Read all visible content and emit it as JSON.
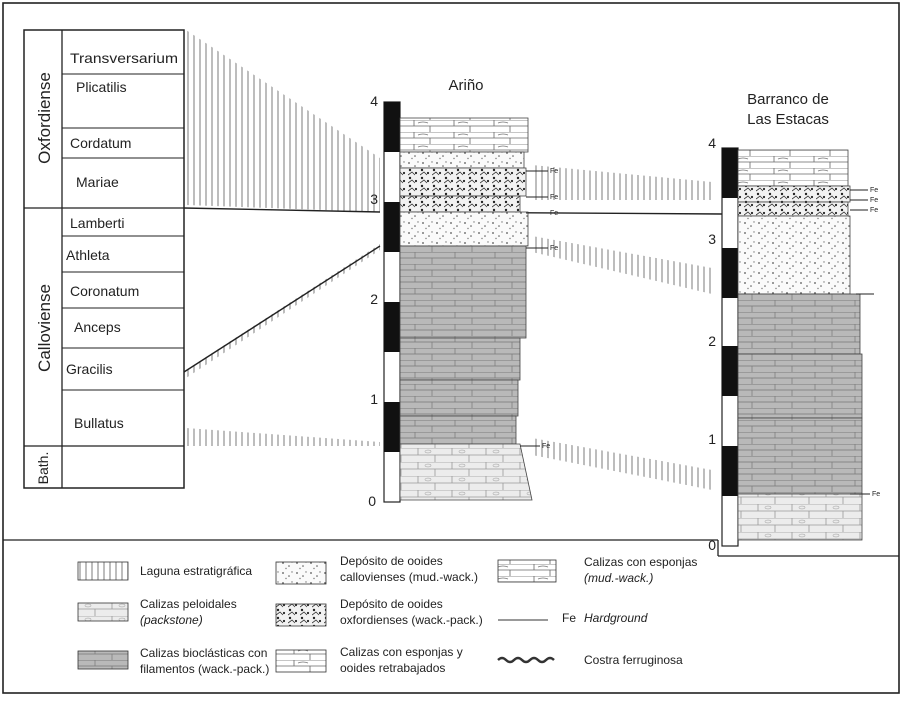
{
  "chronostratigraphy": {
    "stages": [
      {
        "name": "Oxfordiense",
        "zones": [
          "Transversarium",
          "Plicatilis",
          "Cordatum",
          "Mariae"
        ]
      },
      {
        "name": "Calloviense",
        "zones": [
          "Lamberti",
          "Athleta",
          "Coronatum",
          "Anceps",
          "Gracilis",
          "Bullatus"
        ]
      },
      {
        "name": "Bath.",
        "zones": [
          ""
        ]
      }
    ]
  },
  "columns": {
    "arino": {
      "title": "Ariño",
      "scale_ticks": [
        "0",
        "1",
        "2",
        "3",
        "4"
      ]
    },
    "barranco": {
      "title_line1": "Barranco de",
      "title_line2": "Las Estacas",
      "scale_ticks": [
        "0",
        "1",
        "2",
        "3",
        "4"
      ]
    }
  },
  "hardground_label": "Fe",
  "legend": [
    {
      "key": "laguna",
      "text": "Laguna estratigráfica",
      "text2": ""
    },
    {
      "key": "peloidales",
      "text": "Calizas peloidales",
      "text2": "(packstone)"
    },
    {
      "key": "bioclasticas",
      "text": "Calizas bioclásticas con",
      "text2": "filamentos (wack.-pack.)"
    },
    {
      "key": "ooides_callovienses",
      "text": "Depósito de ooides",
      "text2": "callovienses (mud.-wack.)"
    },
    {
      "key": "ooides_oxfordienses",
      "text": "Depósito de ooides",
      "text2": "oxfordienses (wack.-pack.)"
    },
    {
      "key": "esponjas_ooides",
      "text": "Calizas con esponjas y",
      "text2": "ooides retrabajados"
    },
    {
      "key": "esponjas",
      "text": "Calizas con esponjas",
      "text2": "(mud.-wack.)"
    },
    {
      "key": "hardground",
      "text": "Hardground",
      "text2": ""
    },
    {
      "key": "costra",
      "text": "Costra ferruginosa",
      "text2": ""
    }
  ],
  "colors": {
    "ink": "#222222",
    "grey": "#b8b8b8",
    "dark_grey": "#9a9a9a",
    "light": "#e9e9e9",
    "hatch": "#aaaaaa"
  }
}
